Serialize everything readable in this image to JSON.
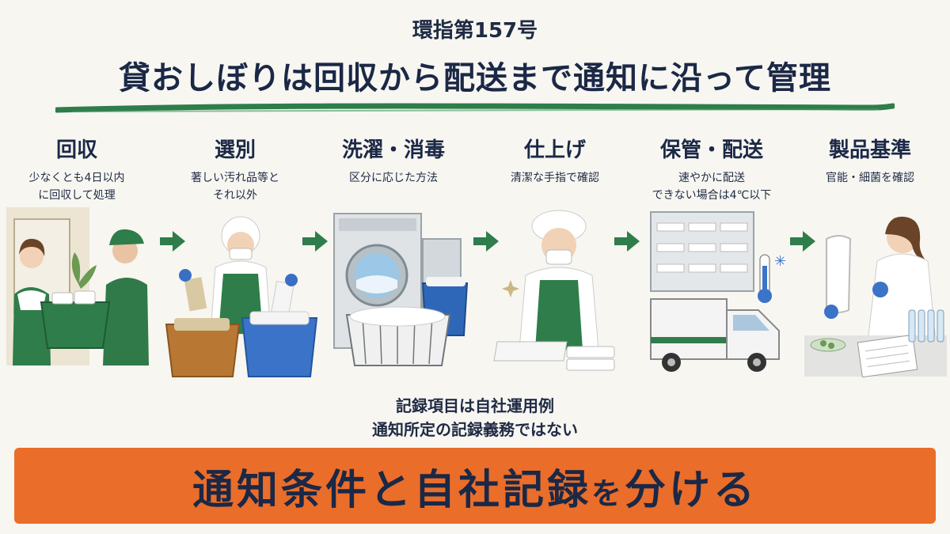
{
  "header": {
    "notice_no": "環指第157号",
    "title": "貸おしぼりは回収から配送まで通知に沿って管理"
  },
  "steps": [
    {
      "title": "回収",
      "desc1": "少なくとも4日以内",
      "desc2": "に回収して処理"
    },
    {
      "title": "選別",
      "desc1": "著しい汚れ品等と",
      "desc2": "それ以外"
    },
    {
      "title": "洗濯・消毒",
      "desc1": "区分に応じた方法",
      "desc2": ""
    },
    {
      "title": "仕上げ",
      "desc1": "清潔な手指で確認",
      "desc2": ""
    },
    {
      "title": "保管・配送",
      "desc1": "速やかに配送",
      "desc2": "できない場合は4℃以下"
    },
    {
      "title": "製品基準",
      "desc1": "官能・細菌を確認",
      "desc2": ""
    }
  ],
  "note": {
    "line1": "記録項目は自社運用例",
    "line2": "通知所定の記録義務ではない"
  },
  "banner": {
    "part1": "通知条件と自社記録",
    "part2": "を",
    "part3": "分ける"
  },
  "colors": {
    "accent_green": "#2e7d4a",
    "banner_orange": "#ea6d2a",
    "navy_text": "#1b2846"
  }
}
